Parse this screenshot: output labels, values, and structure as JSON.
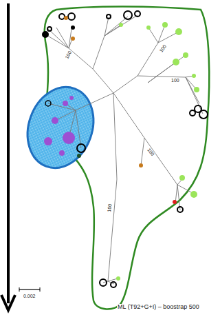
{
  "diagram": {
    "labels": [
      "100",
      "100",
      "100",
      "100",
      "100",
      "0.002",
      "ML (T92+G+I) – boostrap 500"
    ]
  }
}
